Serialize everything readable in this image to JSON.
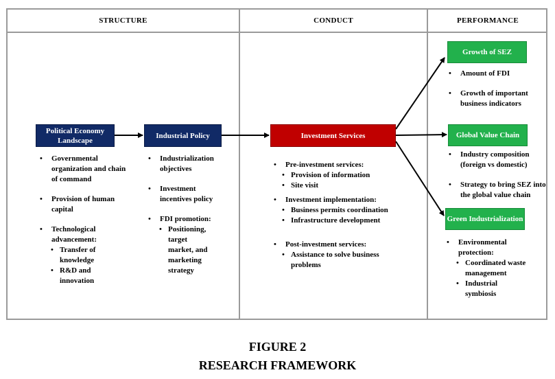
{
  "columns": {
    "structure": "STRUCTURE",
    "conduct": "CONDUCT",
    "performance": "PERFORMANCE"
  },
  "boxes": {
    "political": "Political Economy Landscape",
    "industrial": "Industrial Policy",
    "investment": "Investment Services",
    "sez": "Growth of SEZ",
    "gvc": "Global Value Chain",
    "green": "Green Industrialization"
  },
  "political_items": {
    "b1": "Governmental organization and chain of command",
    "b2": "Provision of human capital",
    "b3": "Technological advancement:",
    "s1": "Transfer of knowledge",
    "s2": "R&D and innovation"
  },
  "industrial_items": {
    "b1": "Industrialization objectives",
    "b2": "Investment incentives policy",
    "b3": "FDI promotion:",
    "s1": "Positioning, target market, and marketing strategy"
  },
  "investment_items": {
    "b1": "Pre-investment services:",
    "b1s1": "Provision of information",
    "b1s2": "Site visit",
    "b2": "Investment implementation:",
    "b2s1": "Business permits coordination",
    "b2s2": "Infrastructure  development",
    "b3": "Post-investment services:",
    "b3s1": "Assistance to solve business problems"
  },
  "sez_items": {
    "b1": "Amount of FDI",
    "b2": "Growth of important business indicators"
  },
  "gvc_items": {
    "b1": "Industry composition (foreign vs domestic)",
    "b2": "Strategy to bring SEZ into the global value chain"
  },
  "green_items": {
    "b1": "Environmental protection:",
    "s1": "Coordinated waste management",
    "s2": "Industrial symbiosis"
  },
  "caption": {
    "line1": "FIGURE 2",
    "line2": "RESEARCH FRAMEWORK"
  },
  "colors": {
    "navy": "#112a66",
    "red": "#c00000",
    "green": "#22b14c",
    "border": "#9a9a9a"
  }
}
